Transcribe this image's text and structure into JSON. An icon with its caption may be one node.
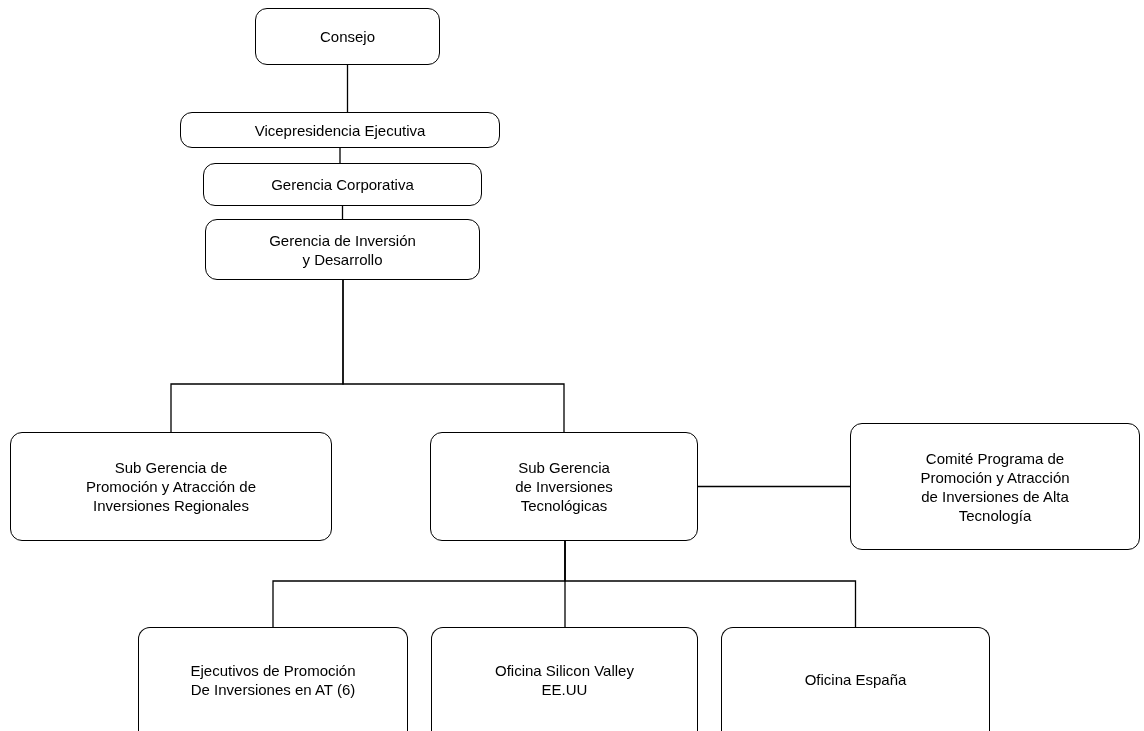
{
  "diagram": {
    "nodes": [
      {
        "text": [
          "Consejo"
        ]
      },
      {
        "text": [
          "Vicepresidencia Ejecutiva"
        ]
      },
      {
        "text": [
          "Gerencia Corporativa"
        ]
      },
      {
        "text": [
          "Gerencia de Inversión y Desarrollo"
        ]
      },
      {
        "text": [
          "Sub Gerencia de Promoción y Atracción de Inversiones Regionales"
        ]
      },
      {
        "text": [
          "Sub Gerencia de Inversiones Tecnológicas"
        ]
      },
      {
        "text": [
          "Comité Programa de Promoción y Atracción de Inversiones de Alta Tecnología"
        ]
      },
      {
        "text": [
          "Ejecutivos de Promoción De Inversiones en AT (6)"
        ]
      },
      {
        "text": [
          "Oficina Silicon Valley EE.UU"
        ]
      },
      {
        "text": [
          "Oficina España"
        ]
      }
    ],
    "edges": [
      {
        "from": 0,
        "to": 1,
        "arrow": "none"
      },
      {
        "from": 1,
        "to": 2,
        "arrow": "none"
      },
      {
        "from": 2,
        "to": 3,
        "arrow": "none"
      },
      {
        "from": 3,
        "to": 4,
        "arrow": "none"
      },
      {
        "from": 3,
        "to": 5,
        "arrow": "none"
      },
      {
        "from": 5,
        "to": 6,
        "arrow": "none"
      },
      {
        "from": 5,
        "to": 7,
        "arrow": "none"
      },
      {
        "from": 5,
        "to": 8,
        "arrow": "none"
      },
      {
        "from": 5,
        "to": 9,
        "arrow": "none"
      }
    ]
  }
}
